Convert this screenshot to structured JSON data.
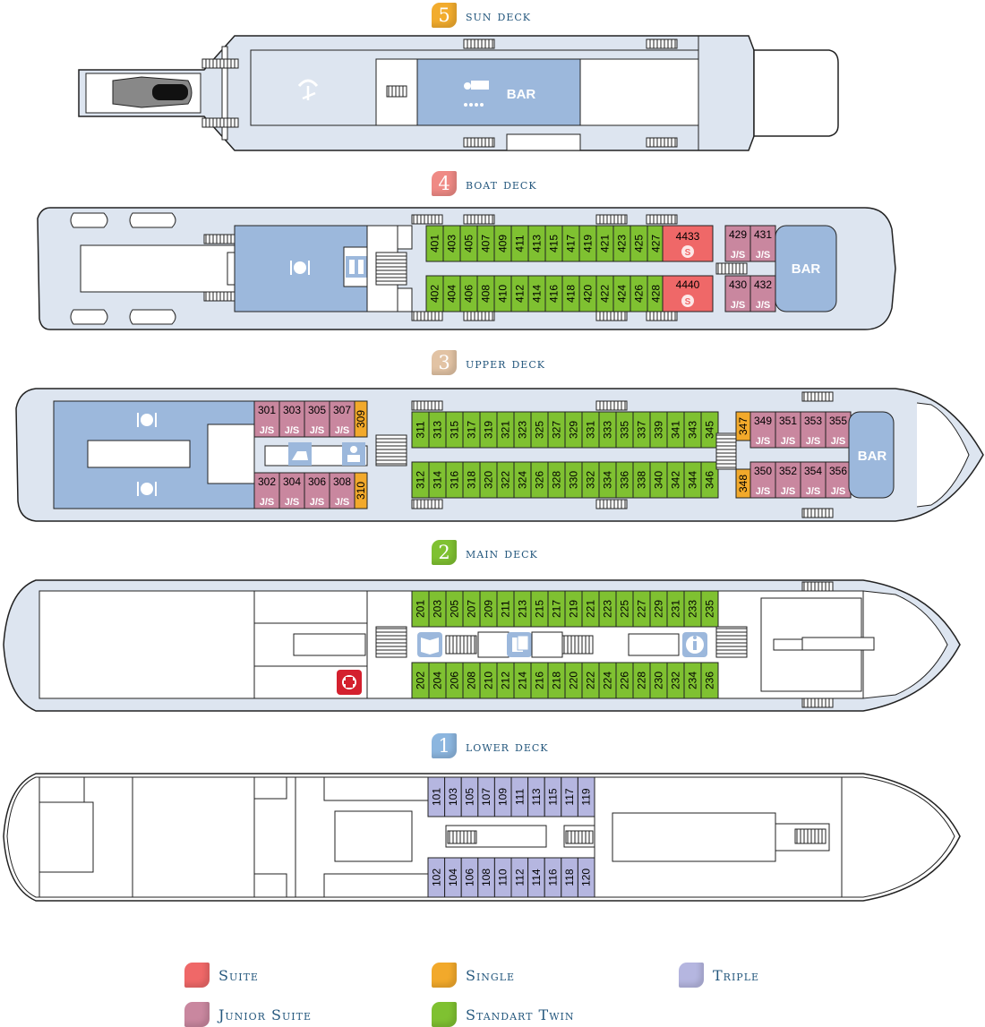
{
  "colors": {
    "suite": "#ef6868",
    "junior_suite": "#c9879f",
    "single": "#f2a92b",
    "triple": "#b5b6e0",
    "standart_twin": "#7fc131",
    "public": "#9cb8dc",
    "hull": "#dde5f0"
  },
  "decks": [
    {
      "num": "5",
      "name": "sun deck",
      "color": "#f2ac2e"
    },
    {
      "num": "4",
      "name": "boat deck",
      "color": "#ef8a85"
    },
    {
      "num": "3",
      "name": "upper deck",
      "color": "#e2c3a4"
    },
    {
      "num": "2",
      "name": "main deck",
      "color": "#7fc131"
    },
    {
      "num": "1",
      "name": "lower deck",
      "color": "#8cb6df"
    }
  ],
  "labels": {
    "bar": "BAR",
    "js": "J/S",
    "s": "S"
  },
  "cabins": {
    "boat_twin_top": [
      "401",
      "403",
      "405",
      "407",
      "409",
      "411",
      "413",
      "415",
      "417",
      "419",
      "421",
      "423",
      "425",
      "427"
    ],
    "boat_twin_bottom": [
      "402",
      "404",
      "406",
      "408",
      "410",
      "412",
      "414",
      "416",
      "418",
      "420",
      "422",
      "424",
      "426",
      "428"
    ],
    "boat_suites": [
      "4433",
      "4440"
    ],
    "boat_js_top": [
      "429",
      "431"
    ],
    "boat_js_bottom": [
      "430",
      "432"
    ],
    "upper_js_left_top": [
      "301",
      "303",
      "305",
      "307"
    ],
    "upper_js_left_bottom": [
      "302",
      "304",
      "306",
      "308"
    ],
    "upper_single_left": [
      "309",
      "310"
    ],
    "upper_twin_top": [
      "311",
      "313",
      "315",
      "317",
      "319",
      "321",
      "323",
      "325",
      "327",
      "329",
      "331",
      "333",
      "335",
      "337",
      "339",
      "341",
      "343",
      "345"
    ],
    "upper_twin_bottom": [
      "312",
      "314",
      "316",
      "318",
      "320",
      "322",
      "324",
      "326",
      "328",
      "330",
      "332",
      "334",
      "336",
      "338",
      "340",
      "342",
      "344",
      "346"
    ],
    "upper_single_right": [
      "347",
      "348"
    ],
    "upper_js_right_top": [
      "349",
      "351",
      "353",
      "355"
    ],
    "upper_js_right_bottom": [
      "350",
      "352",
      "354",
      "356"
    ],
    "main_twin_top": [
      "201",
      "203",
      "205",
      "207",
      "209",
      "211",
      "213",
      "215",
      "217",
      "219",
      "221",
      "223",
      "225",
      "227",
      "229",
      "231",
      "233",
      "235"
    ],
    "main_twin_bottom": [
      "202",
      "204",
      "206",
      "208",
      "210",
      "212",
      "214",
      "216",
      "218",
      "220",
      "222",
      "224",
      "226",
      "228",
      "230",
      "232",
      "234",
      "236"
    ],
    "lower_triple_top": [
      "101",
      "103",
      "105",
      "107",
      "109",
      "111",
      "113",
      "115",
      "117",
      "119"
    ],
    "lower_triple_bottom": [
      "102",
      "104",
      "106",
      "108",
      "110",
      "112",
      "114",
      "116",
      "118",
      "120"
    ]
  },
  "legend": [
    {
      "label": "Suite",
      "color": "#ef6868"
    },
    {
      "label": "Single",
      "color": "#f2a92b"
    },
    {
      "label": "Triple",
      "color": "#b5b6e0"
    },
    {
      "label": "Junior Suite",
      "color": "#c9879f"
    },
    {
      "label": "Standart Twin",
      "color": "#7fc131"
    }
  ]
}
